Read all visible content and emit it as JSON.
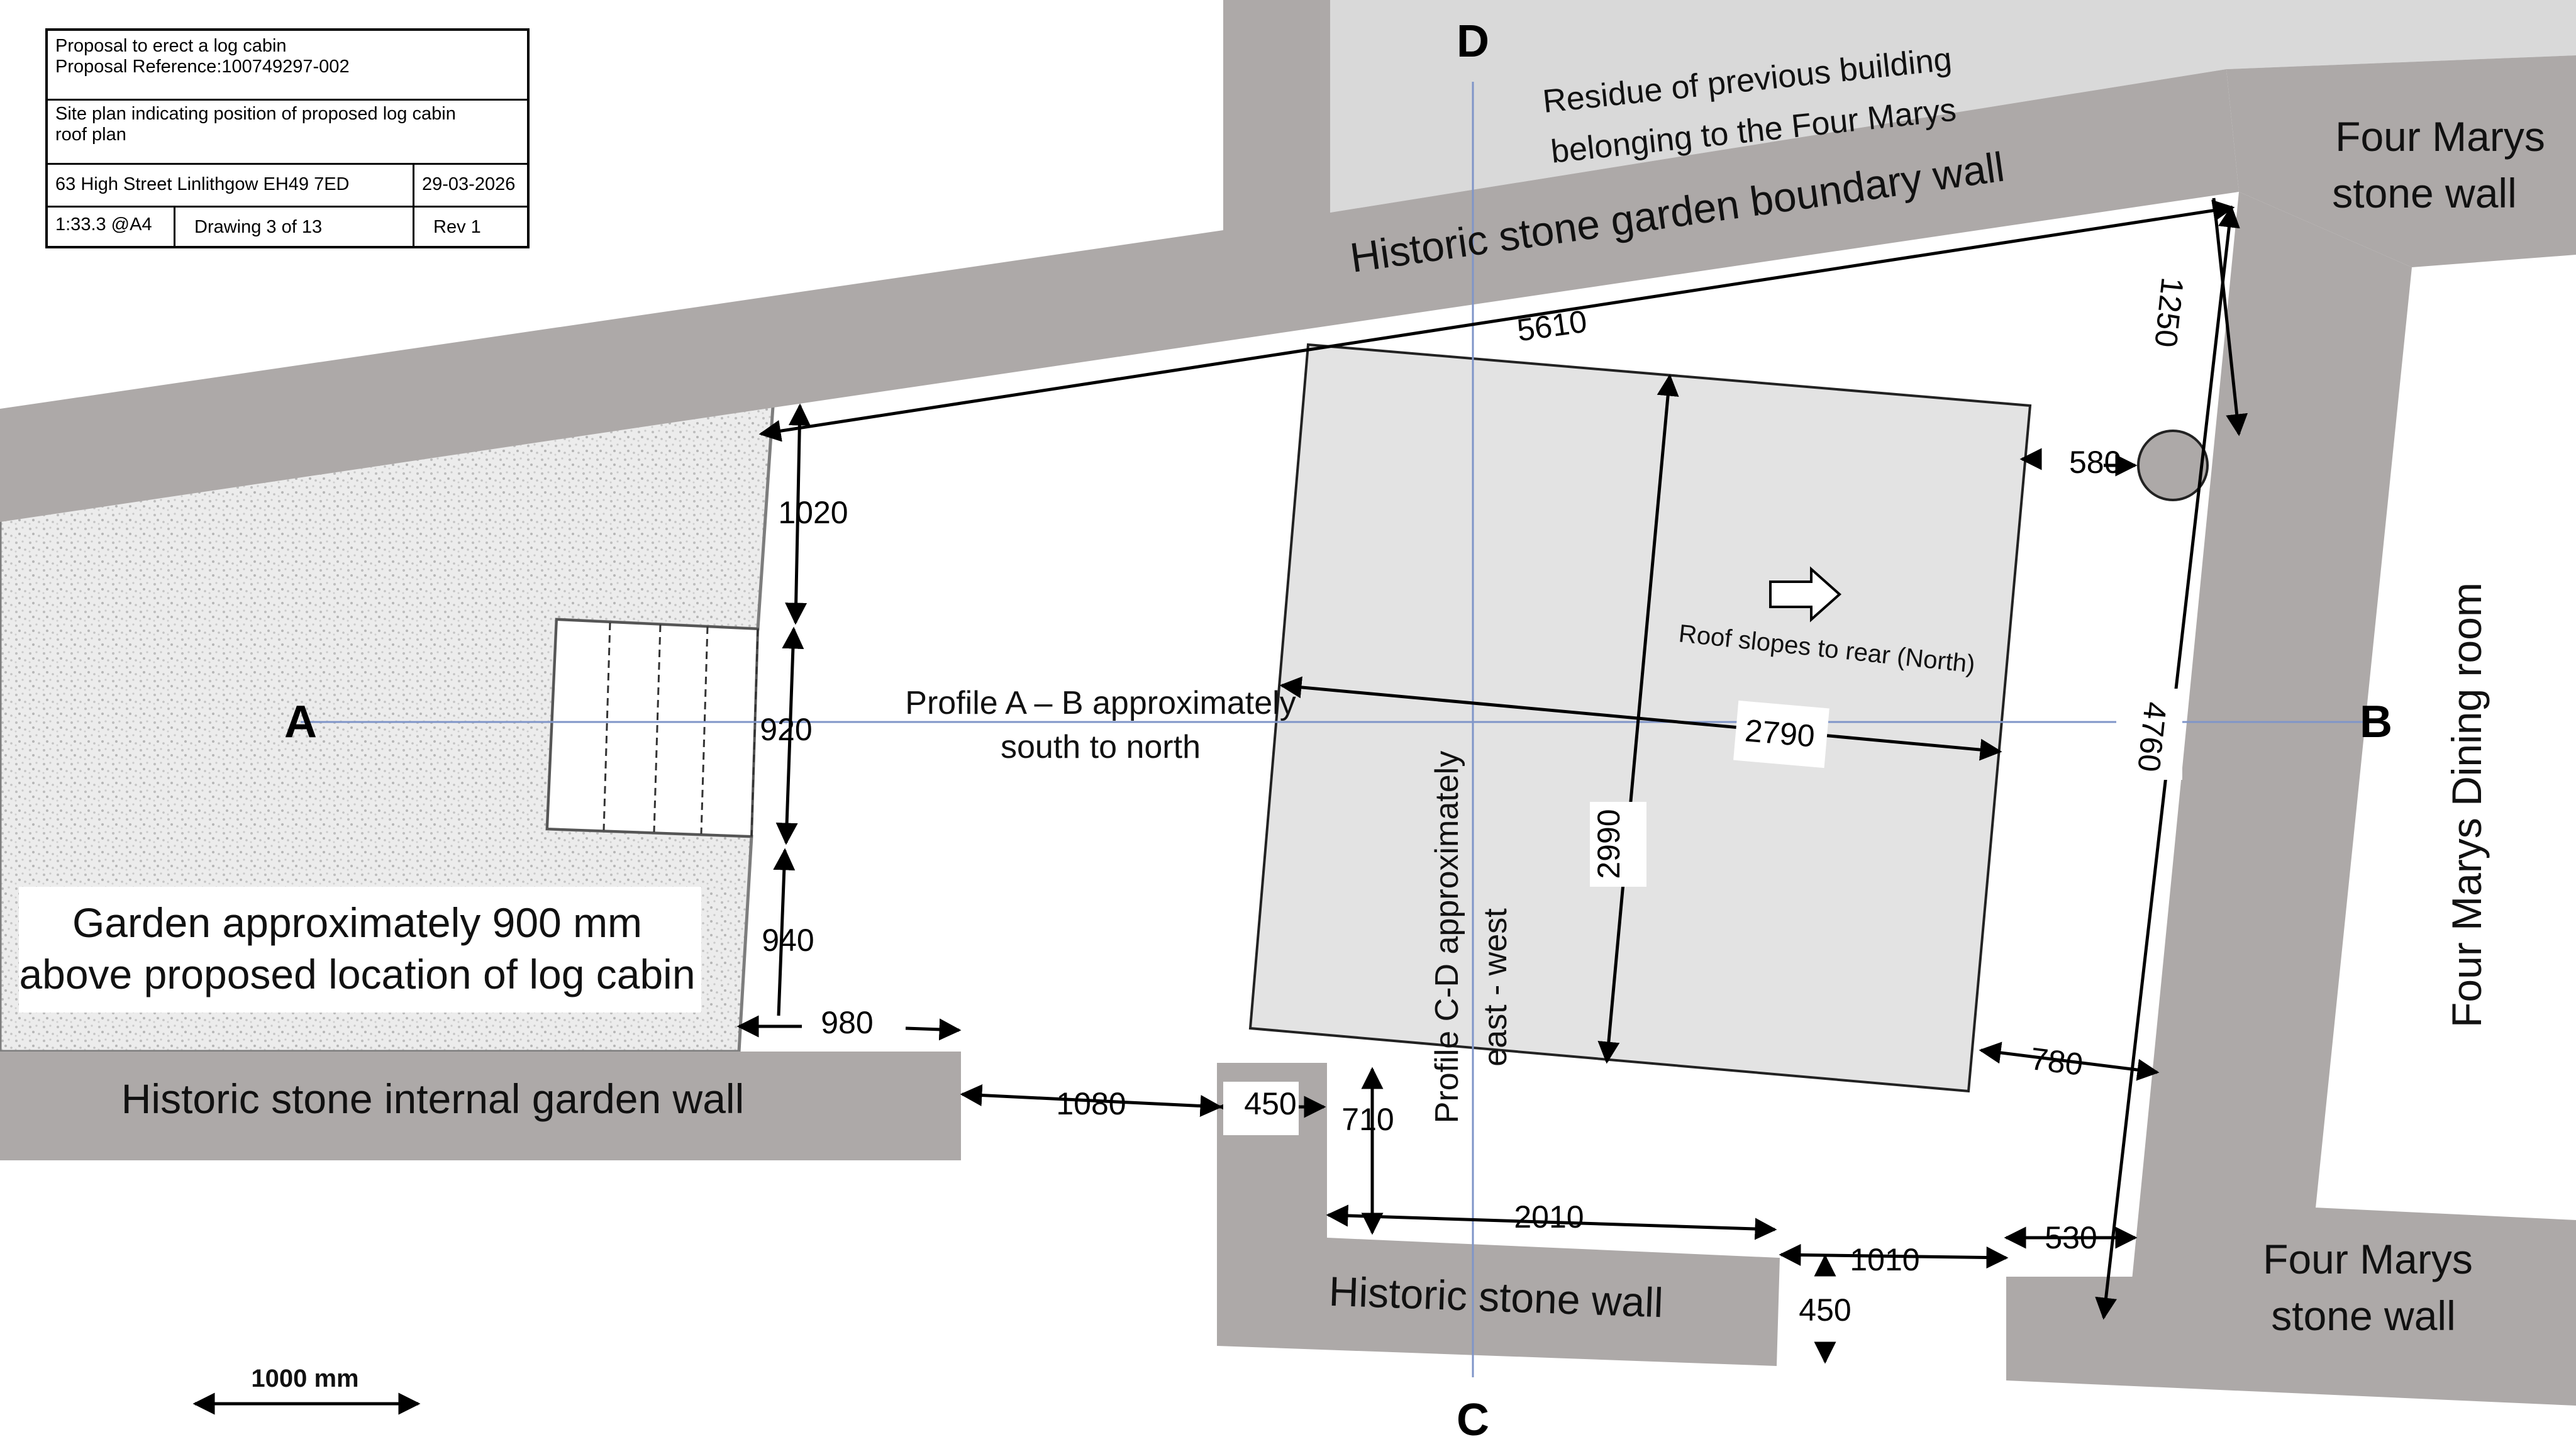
{
  "title_block": {
    "proposal_title": "Proposal to erect a log cabin",
    "proposal_reference": "Proposal Reference:100749297-002",
    "description_line1": "Site plan indicating position of proposed log cabin",
    "description_line2": "roof plan",
    "address": "63 High Street Linlithgow  EH49 7ED",
    "date": "29-03-2026",
    "scale": "1:33.3 @A4",
    "drawing_number": "Drawing  3 of 13",
    "revision": "Rev 1"
  },
  "profile_points": {
    "a": "A",
    "b": "B",
    "c": "C",
    "d": "D"
  },
  "labels": {
    "residue_line1": "Residue of previous building",
    "residue_line2": "belonging to the Four Marys",
    "boundary_wall": "Historic stone garden boundary wall",
    "four_marys_wall_top_line1": "Four Marys",
    "four_marys_wall_top_line2": "stone wall",
    "four_marys_wall_bottom_line1": "Four Marys",
    "four_marys_wall_bottom_line2": "stone wall",
    "dining_room": "Four Marys Dining room",
    "internal_garden_wall": "Historic stone internal garden wall",
    "stone_wall": "Historic stone wall",
    "garden_note_line1": "Garden approximately 900 mm",
    "garden_note_line2": "above proposed location of log cabin",
    "profile_ab_line1": "Profile A – B approximately",
    "profile_ab_line2": "south to north",
    "profile_cd_line1": "Profile C-D approximately",
    "profile_cd_line2": "east - west",
    "roof_slope": "Roof slopes to rear (North)",
    "scale_bar": "1000 mm"
  },
  "dimensions": {
    "d5610": "5610",
    "d1250": "1250",
    "d580": "580",
    "d4760": "4760",
    "d1020": "1020",
    "d920": "920",
    "d940": "940",
    "d980": "980",
    "d1080": "1080",
    "d450_wall": "450",
    "d710": "710",
    "d2790": "2790",
    "d2990": "2990",
    "d780": "780",
    "d2010": "2010",
    "d1010": "1010",
    "d530": "530",
    "d450_gap": "450"
  },
  "colors": {
    "wall": "#ada9a8",
    "residue": "#d9d9d9",
    "cabin_roof": "#e3e3e3",
    "garden_speckle": "#e9e9e9",
    "profile_line": "#7f95c8"
  }
}
